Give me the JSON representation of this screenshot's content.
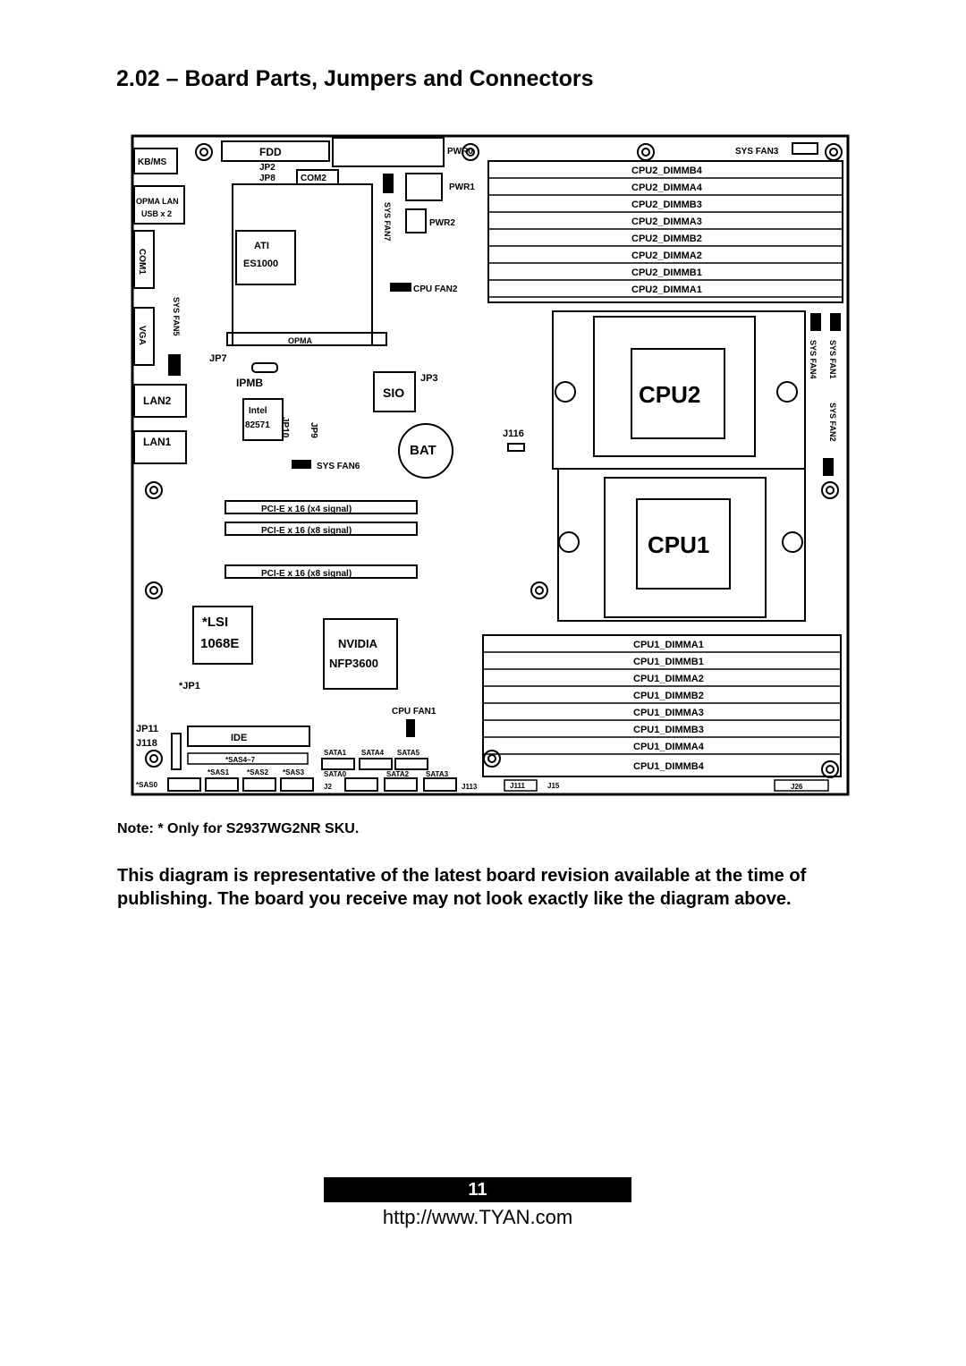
{
  "title": "2.02 – Board Parts, Jumpers and Connectors",
  "note": "Note: * Only for S2937WG2NR SKU.",
  "disclaimer": "This diagram is representative of the latest board revision available at the time of publishing.  The board you receive may not look exactly like the diagram above.",
  "page_number": "11",
  "url": "http://www.TYAN.com",
  "board": {
    "kbms": "KB/MS",
    "opma_lan": "OPMA LAN",
    "usb": "USB x 2",
    "com1": "COM1",
    "sys_fan5": "SYS FAN5",
    "vga": "VGA",
    "lan2": "LAN2",
    "lan1": "LAN1",
    "fdd": "FDD",
    "pwr0": "PWR0",
    "pwr1": "PWR1",
    "pwr2": "PWR2",
    "jp2": "JP2",
    "jp8": "JP8",
    "com2": "COM2",
    "sys_fan7": "SYS FAN7",
    "ati": "ATI",
    "es1000": "ES1000",
    "cpu_fan2": "CPU FAN2",
    "opma": "OPMA",
    "jp7": "JP7",
    "ipmb": "IPMB",
    "sio": "SIO",
    "jp3": "JP3",
    "intel": "Intel",
    "intel_chip": "82571",
    "jp10": "JP10",
    "jp9": "JP9",
    "bat": "BAT",
    "j116": "J116",
    "sys_fan6": "SYS FAN6",
    "sys_fan3": "SYS FAN3",
    "cpu2_dimms": [
      "CPU2_DIMMB4",
      "CPU2_DIMMA4",
      "CPU2_DIMMB3",
      "CPU2_DIMMA3",
      "CPU2_DIMMB2",
      "CPU2_DIMMA2",
      "CPU2_DIMMB1",
      "CPU2_DIMMA1"
    ],
    "cpu2": "CPU2",
    "cpu1": "CPU1",
    "sys_fan4": "SYS FAN4",
    "sys_fan1": "SYS FAN1",
    "sys_fan2": "SYS FAN2",
    "pcie_slots": [
      "PCI-E x 16 (x4 signal)",
      "PCI-E x 16 (x8 signal)",
      "PCI-E x 16 (x8 signal)"
    ],
    "lsi": "*LSI",
    "lsi_chip": "1068E",
    "nvidia": "NVIDIA",
    "nvidia_chip": "NFP3600",
    "jp1": "*JP1",
    "cpu_fan1": "CPU FAN1",
    "jp11": "JP11",
    "j118": "J118",
    "ide": "IDE",
    "sas47": "*SAS4~7",
    "sas_ports": [
      "*SAS1",
      "*SAS2",
      "*SAS3"
    ],
    "sas0": "*SAS0",
    "sata_top": [
      "SATA1",
      "SATA4",
      "SATA5"
    ],
    "sata_bottom": [
      "SATA0",
      "SATA2",
      "SATA3"
    ],
    "j2": "J2",
    "j113": "J113",
    "j111": "J111",
    "j15": "J15",
    "j26": "J26",
    "cpu1_dimms": [
      "CPU1_DIMMA1",
      "CPU1_DIMMB1",
      "CPU1_DIMMA2",
      "CPU1_DIMMB2",
      "CPU1_DIMMA3",
      "CPU1_DIMMB3",
      "CPU1_DIMMA4",
      "CPU1_DIMMB4"
    ]
  }
}
